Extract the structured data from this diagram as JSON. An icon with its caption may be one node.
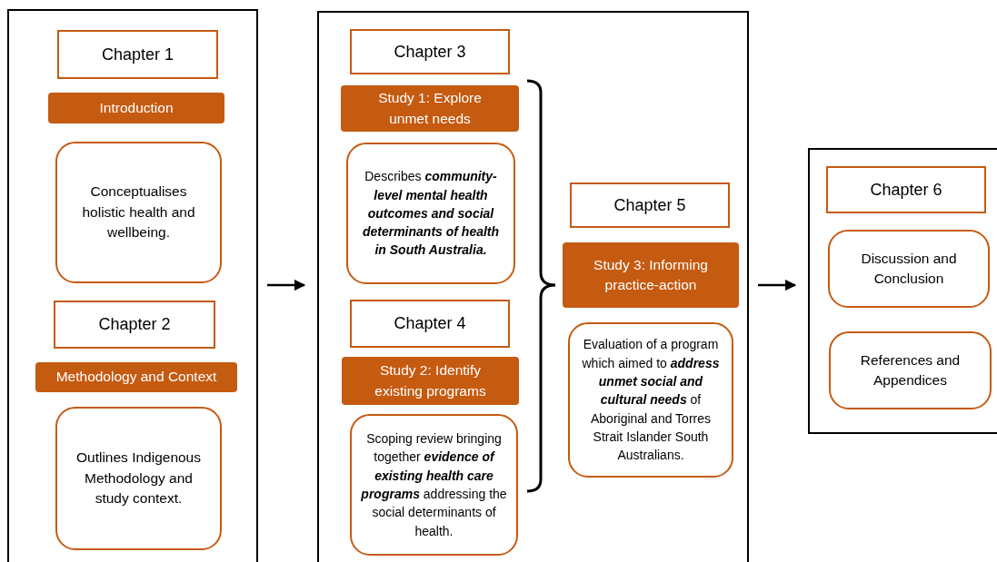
{
  "diagram": {
    "nodes": [
      {
        "text": [],
        "shape": "box"
      },
      {
        "text": [
          "Chapter 1"
        ],
        "in": 0
      },
      {
        "text": [
          "Introduction"
        ],
        "in": 0
      },
      {
        "text": [
          "Conceptualises holistic health and wellbeing."
        ],
        "in": 0
      },
      {
        "text": [
          "Chapter 2"
        ],
        "in": 0
      },
      {
        "text": [
          "Methodology and Context"
        ],
        "in": 0
      },
      {
        "text": [
          "Outlines Indigenous Methodology and study context."
        ],
        "in": 0
      },
      {
        "text": [],
        "shape": "box"
      },
      {
        "text": [
          "Chapter 3"
        ],
        "in": 7
      },
      {
        "text": [
          "Study 1: Explore unmet needs"
        ],
        "in": 7
      },
      {
        "text": [
          "Describes **community-level mental health outcomes and social determinants of health in South Australia.**"
        ],
        "in": 7
      },
      {
        "text": [
          "Chapter 4"
        ],
        "in": 7
      },
      {
        "text": [
          "Study 2: Identify existing programs"
        ],
        "in": 7
      },
      {
        "text": [
          "Scoping review bringing together **evidence of existing health care programs** addressing the social determinants of health."
        ],
        "in": 7
      },
      {
        "text": [
          "Chapter 5"
        ],
        "in": 7
      },
      {
        "text": [
          "Study 3: Informing practice-action"
        ],
        "in": 7
      },
      {
        "text": [
          "Evaluation of a program which aimed to **address unmet social and cultural needs** of Aboriginal and Torres Strait Islander South Australians."
        ],
        "in": 7
      },
      {
        "text": [],
        "shape": "box"
      },
      {
        "text": [
          "Chapter 6"
        ],
        "in": 17
      },
      {
        "text": [
          "Discussion and Conclusion"
        ],
        "in": 17
      },
      {
        "text": [
          "References and Appendices"
        ],
        "in": 17
      }
    ],
    "edges": [
      {
        "from": 0,
        "to": 7,
        "arrow": "to"
      },
      {
        "from": 7,
        "to": 17,
        "arrow": "to"
      }
    ]
  }
}
